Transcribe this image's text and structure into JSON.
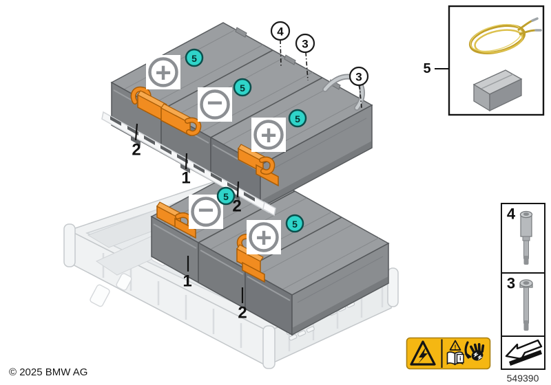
{
  "diagram": {
    "copyright": "© 2025 BMW AG",
    "drawing_number": "549390"
  },
  "callouts": {
    "n1": "1",
    "n2": "2",
    "n3": "3",
    "n4": "4",
    "n5": "5"
  },
  "module_markings": {
    "positive": "+",
    "negative": "−"
  },
  "warning_label": {
    "exclamation": "!",
    "info": "i"
  },
  "icons": {
    "high-voltage-warning-icon": "black triangle with lightning bolt",
    "read-instructions-icon": "small warning triangle above open book",
    "electric-shock-hand-icon": "black hand hit by lightning",
    "direction-arrow-icon": "outlined arrow pointing lower-left",
    "plus-terminal-icon": "gray circled plus on white plate",
    "minus-terminal-icon": "gray circled minus on white plate",
    "repair-wire-icon": "coiled yellow wire",
    "foam-pad-icon": "gray rectangular block",
    "shoulder-screw-icon": "shoulder bolt",
    "cheese-head-screw-icon": "long cylinder-head screw"
  },
  "colors": {
    "callout_badge_teal": "#2fd4c9",
    "connector_orange": "#f18c20",
    "warning_yellow": "#f5b712",
    "module_gray": "#9b9ea1",
    "tray_gray": "#eff1f2",
    "wire_yellow": "#c9a82e"
  }
}
